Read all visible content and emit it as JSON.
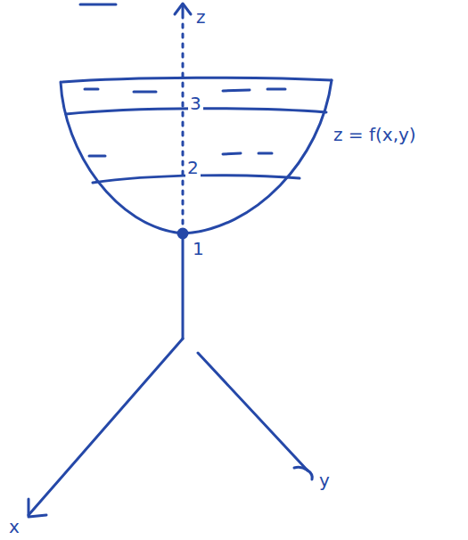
{
  "diagram": {
    "labels": [
      "z",
      "3",
      "2",
      "1",
      "z = f(x,y)",
      "x",
      "y"
    ]
  }
}
